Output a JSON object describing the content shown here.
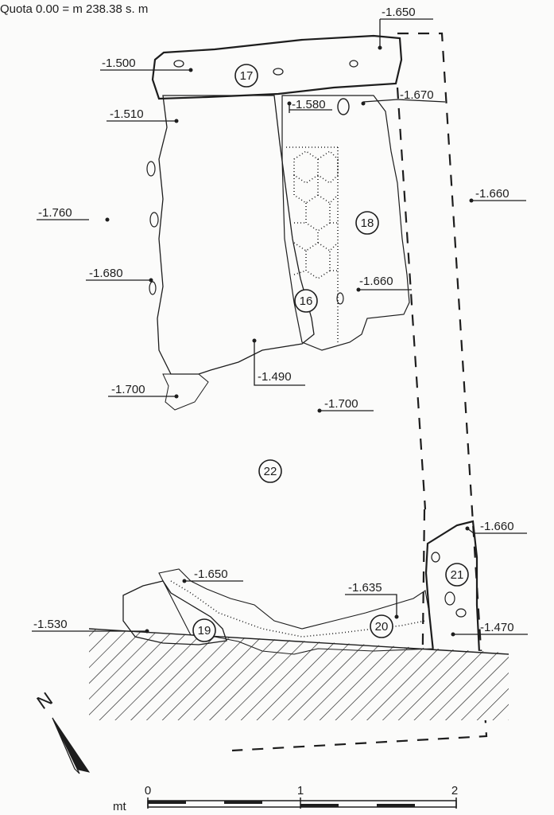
{
  "header": {
    "quota_text": "Quota 0.00 = m 238.38 s. m"
  },
  "elevations": {
    "e1650_top": "-1.650",
    "e1500": "-1.500",
    "e1510": "-1.510",
    "e1580": "-1.580",
    "e1670": "-1.670",
    "e1660_right": "-1.660",
    "e1760": "-1.760",
    "e1680": "-1.680",
    "e1660_mid": "-1.660",
    "e1490": "-1.490",
    "e1700_left": "-1.700",
    "e1700_center": "-1.700",
    "e1660_lower": "-1.660",
    "e1650_lower": "-1.650",
    "e1635": "-1.635",
    "e1530": "-1.530",
    "e1470": "-1.470"
  },
  "features": {
    "f16": "16",
    "f17": "17",
    "f18": "18",
    "f19": "19",
    "f20": "20",
    "f21": "21",
    "f22": "22"
  },
  "north": {
    "label": "N"
  },
  "scale": {
    "unit": "mt",
    "tick0": "0",
    "tick1": "1",
    "tick2": "2"
  }
}
